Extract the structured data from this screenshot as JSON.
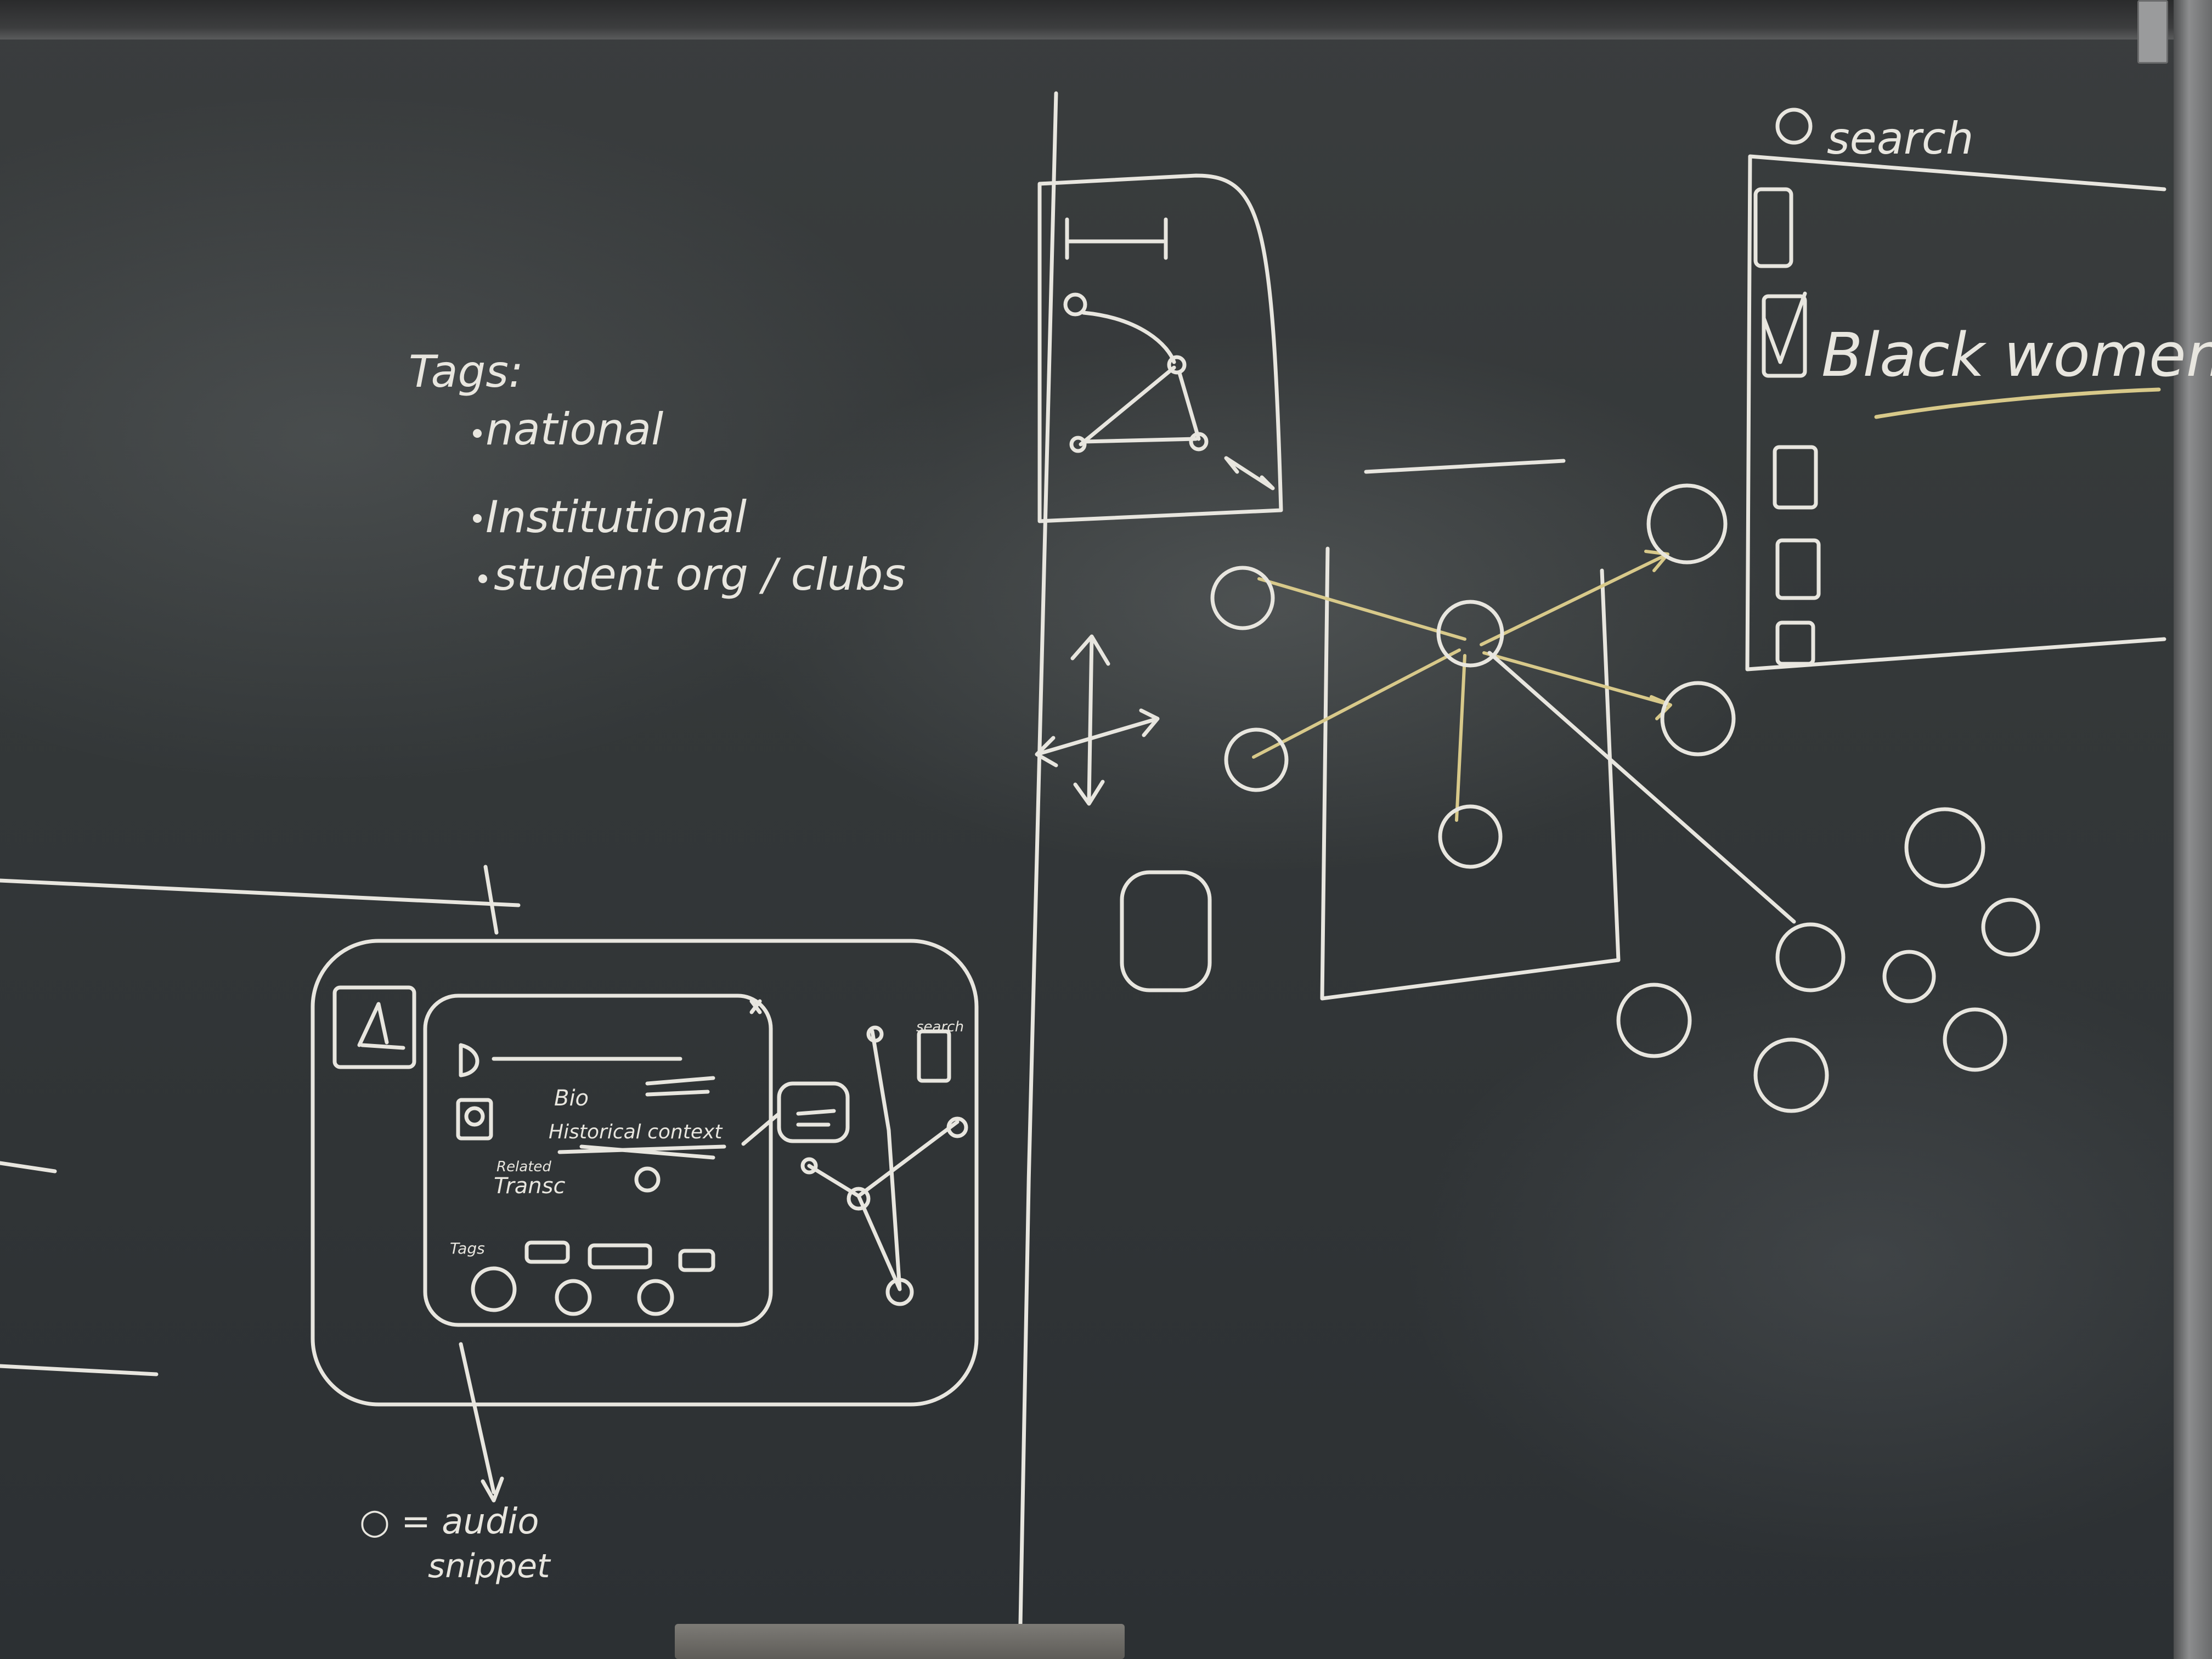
{
  "tags": {
    "heading": "Tags:",
    "items": [
      "national",
      "Institutional",
      "student org / clubs"
    ]
  },
  "search": {
    "label": "search",
    "checked_item": "Black women"
  },
  "profile_card": {
    "bio": "Bio",
    "historical_context": "Historical context",
    "related": "Related",
    "transcript": "Transc",
    "tags_label": "Tags",
    "mini_search": "search"
  },
  "legend": {
    "audio": "○ = audio",
    "snippet": "snippet"
  },
  "colors": {
    "chalk": "#e8e6df",
    "yellow_chalk": "#d8c98a",
    "board": "#2e3133"
  }
}
